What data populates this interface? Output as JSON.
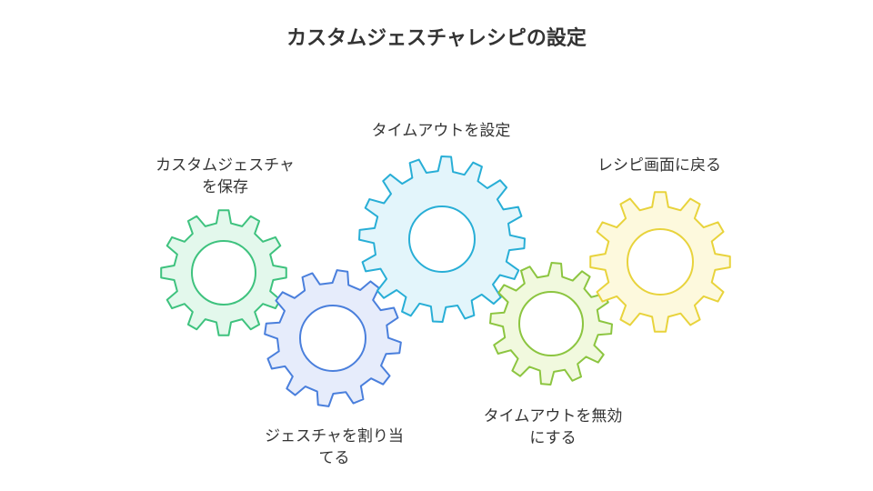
{
  "title": "カスタムジェスチャレシピの設定",
  "gears": [
    {
      "id": "save-gesture",
      "label": "カスタムジェスチャ\nを保存",
      "fill": "#e3f8ec",
      "stroke": "#3ec27e"
    },
    {
      "id": "assign-gesture",
      "label": "ジェスチャを割り当\nてる",
      "fill": "#e6ecfb",
      "stroke": "#4a7fdc"
    },
    {
      "id": "set-timeout",
      "label": "タイムアウトを設定",
      "fill": "#e3f5fb",
      "stroke": "#28aed6"
    },
    {
      "id": "disable-timeout",
      "label": "タイムアウトを無効\nにする",
      "fill": "#f1f9de",
      "stroke": "#8cc540"
    },
    {
      "id": "back-to-recipe",
      "label": "レシピ画面に戻る",
      "fill": "#fdf9dd",
      "stroke": "#e8d33c"
    }
  ]
}
